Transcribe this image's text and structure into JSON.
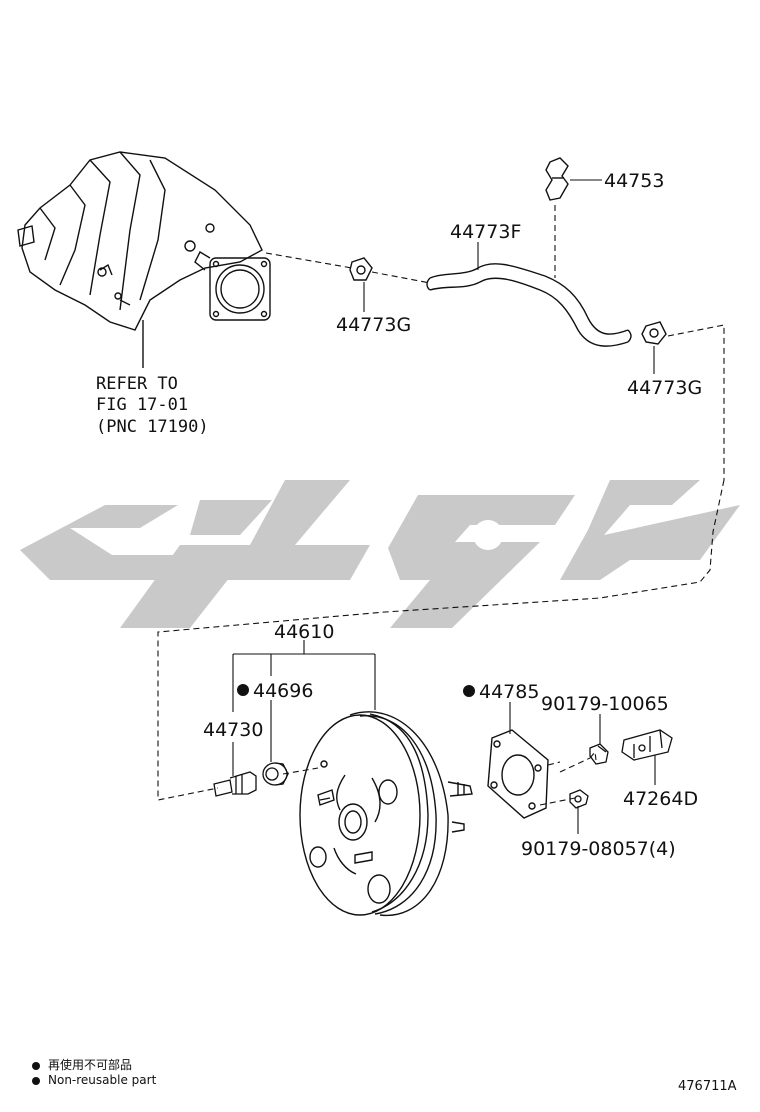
{
  "watermark": {
    "color": "#c9c9c9"
  },
  "parts": {
    "p44753": "44753",
    "p44773F": "44773F",
    "p44773G_a": "44773G",
    "p44773G_b": "44773G",
    "p44610": "44610",
    "p44696": "44696",
    "p44785": "44785",
    "p44730": "44730",
    "p90179_10065": "90179-10065",
    "p47264D": "47264D",
    "p90179_08057": "90179-08057(4)"
  },
  "refer_note": {
    "line1": "REFER TO",
    "line2": "FIG 17-01",
    "line3": "(PNC 17190)"
  },
  "legend": {
    "jp": "再使用不可部品",
    "en": "Non-reusable part"
  },
  "figure_number": "476711A"
}
